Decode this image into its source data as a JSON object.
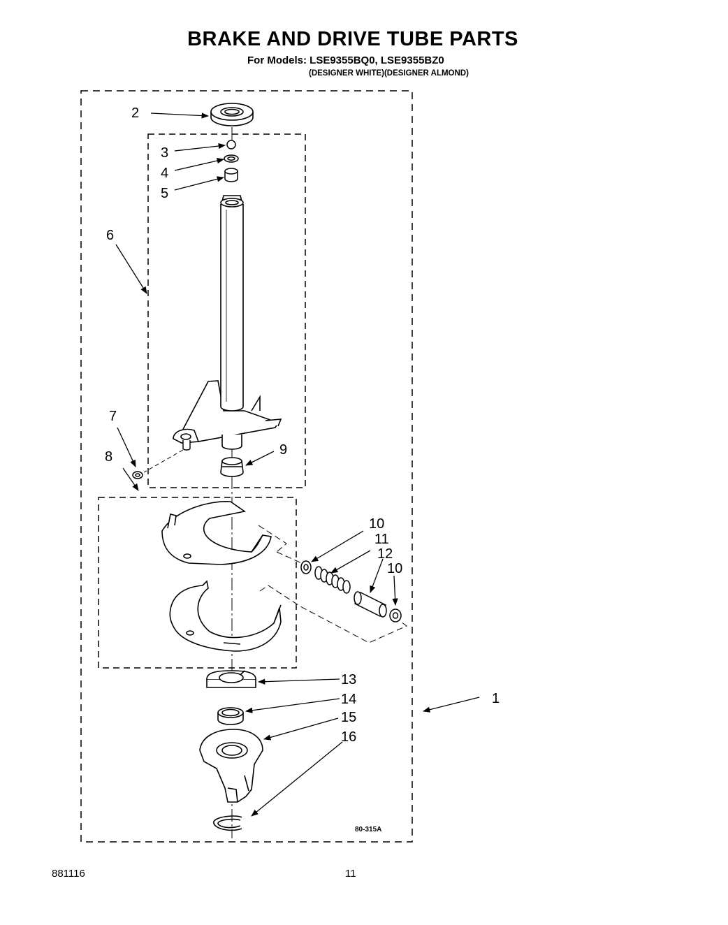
{
  "header": {
    "title": "BRAKE AND DRIVE TUBE PARTS",
    "models": "For Models: LSE9355BQ0, LSE9355BZ0",
    "variants": "(DESIGNER WHITE)(DESIGNER ALMOND)"
  },
  "callouts": [
    "1",
    "2",
    "3",
    "4",
    "5",
    "6",
    "7",
    "8",
    "9",
    "10",
    "11",
    "12",
    "10",
    "13",
    "14",
    "15",
    "16"
  ],
  "diagram_ref": "80-315A",
  "footer": {
    "code": "881116",
    "page": "11"
  }
}
